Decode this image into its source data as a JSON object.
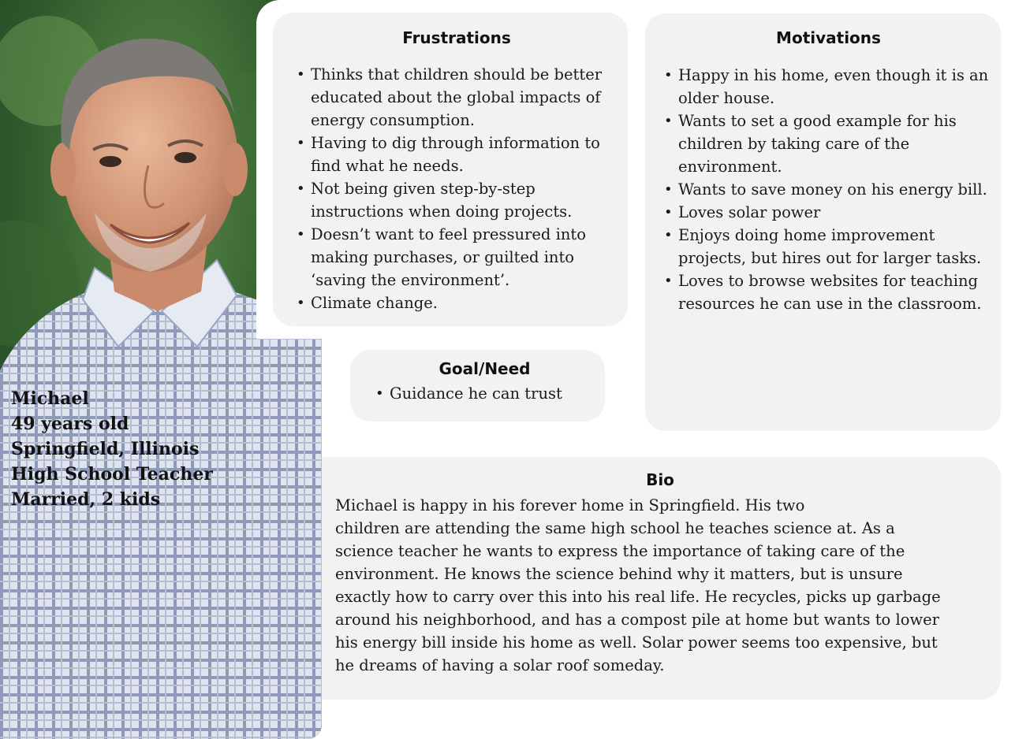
{
  "person": {
    "name": "Michael",
    "age": "49 years old",
    "location": "Springfield, Illinois",
    "occupation": "High School Teacher",
    "family": "Married, 2 kids"
  },
  "frustrations": {
    "title": "Frustrations",
    "items": [
      "Thinks that children should be better educated about the global impacts of energy consumption.",
      "Having to dig through information to find what he needs.",
      "Not being given step-by-step instructions when doing projects.",
      "Doesn’t want to feel pressured into making purchases, or guilted into ‘saving the environment’.",
      "Climate change."
    ]
  },
  "motivations": {
    "title": "Motivations",
    "items": [
      "Happy in his home, even though it is an older house.",
      "Wants to set a good example for his children by taking care of the environment.",
      "Wants to save money on his energy bill.",
      "Loves solar power",
      "Enjoys doing home improvement projects, but hires out for larger tasks.",
      "Loves to browse websites for teaching resources he can use in the classroom."
    ]
  },
  "goal": {
    "title": "Goal/Need",
    "items": [
      "Guidance he can trust"
    ]
  },
  "bio": {
    "title": "Bio",
    "lines": [
      "Michael is happy in his forever home in Springfield. His two",
      "children are attending the same high school he teaches science at. As a",
      "science teacher he wants to express the importance of taking care of the",
      "environment. He knows the science behind why it matters, but is unsure",
      "exactly how to carry over this into his real life. He recycles, picks up garbage",
      "around his neighborhood, and has a compost pile at home but wants to lower",
      "his energy bill inside his home as well. Solar power seems too expensive, but",
      "he dreams of having a solar roof someday."
    ]
  }
}
